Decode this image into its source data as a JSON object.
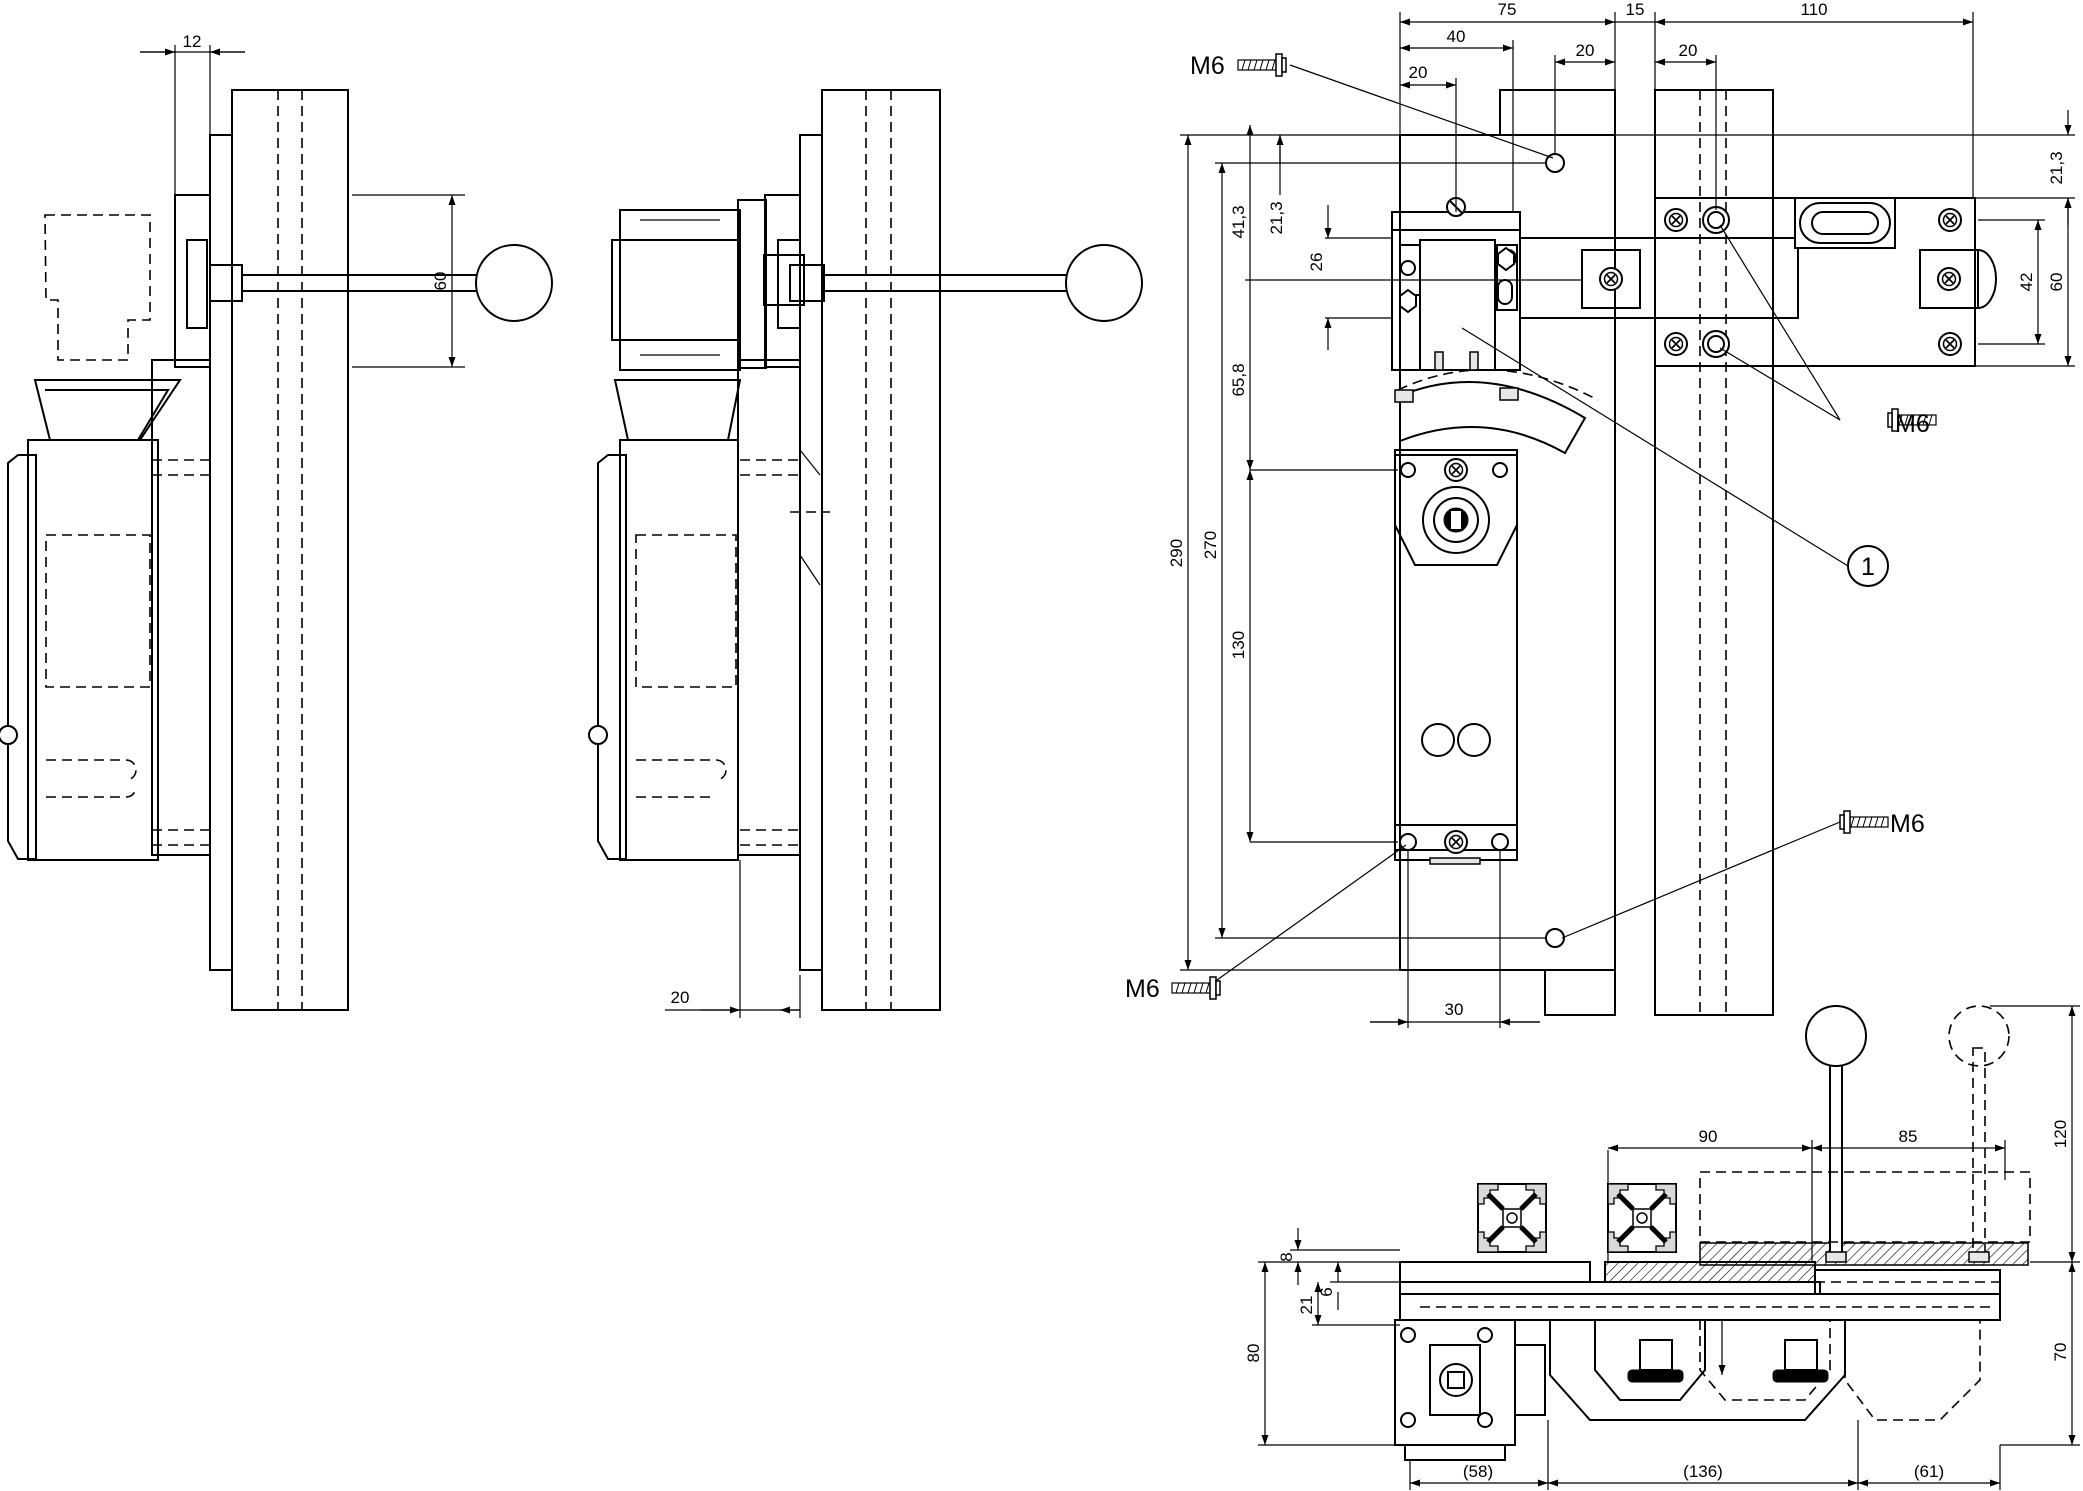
{
  "dimensions": {
    "v1_12": "12",
    "v1_60": "60",
    "v2_20": "20",
    "f_75": "75",
    "f_15": "15",
    "f_110": "110",
    "f_40": "40",
    "f_20a": "20",
    "f_20b": "20",
    "f_20c": "20",
    "f_41_3": "41,3",
    "f_21_3a": "21,3",
    "f_21_3b": "21,3",
    "f_26": "26",
    "f_65_8": "65,8",
    "f_290": "290",
    "f_270": "270",
    "f_130": "130",
    "f_30": "30",
    "f_42": "42",
    "f_60": "60",
    "b_90": "90",
    "b_85": "85",
    "b_120": "120",
    "b_8": "8",
    "b_6": "6",
    "b_21": "21",
    "b_80": "80",
    "b_70": "70",
    "b_58": "(58)",
    "b_136": "(136)",
    "b_61": "(61)"
  },
  "labels": {
    "m6_top": "M6",
    "m6_right_upper": "M6",
    "m6_right_lower": "M6",
    "m6_bottom_left": "M6",
    "item_1": "1"
  },
  "icons": [
    "screw-icon",
    "handle-knob-icon",
    "profile-extrusion-icon",
    "dimension-arrow-icon"
  ]
}
